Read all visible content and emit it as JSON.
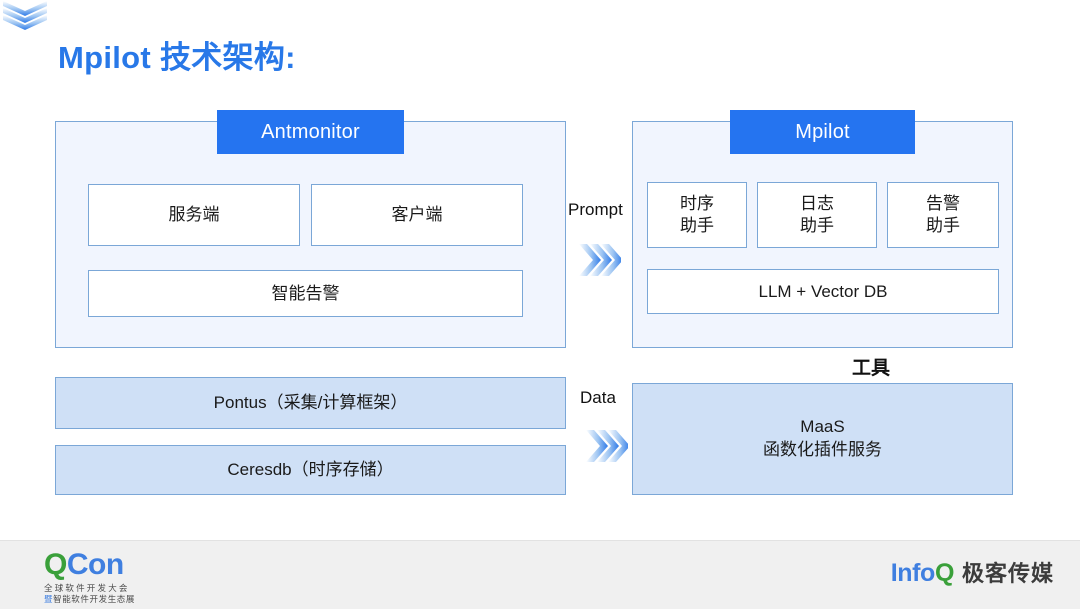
{
  "slide": {
    "title": "Mpilot 技术架构:",
    "title_color": "#2878e8"
  },
  "left_panel": {
    "header_label": "Antmonitor",
    "header_color": "#2574f0",
    "cards": [
      {
        "name": "server",
        "label": "服务端"
      },
      {
        "name": "client",
        "label": "客户端"
      },
      {
        "name": "smart-alert",
        "label": "智能告警"
      }
    ]
  },
  "right_panel": {
    "header_label": "Mpilot",
    "header_color": "#2574f0",
    "assistants": [
      {
        "name": "timeseries-assistant",
        "line1": "时序",
        "line2": "助手"
      },
      {
        "name": "log-assistant",
        "line1": "日志",
        "line2": "助手"
      },
      {
        "name": "alarm-assistant",
        "line1": "告警",
        "line2": "助手"
      }
    ],
    "llm_label": "LLM + Vector DB"
  },
  "foundation": {
    "pontus_label": "Pontus（采集/计算框架）",
    "ceresdb_label": "Ceresdb（时序存储）",
    "fill_color": "#cfe0f6"
  },
  "maas": {
    "line1": "MaaS",
    "line2": "函数化插件服务"
  },
  "connectors": {
    "prompt_label": "Prompt",
    "data_label": "Data",
    "tool_label": "工具"
  },
  "footer": {
    "qcon": {
      "word_q": "Q",
      "word_con": "Con",
      "sub1": "全球软件开发大会",
      "sub_mark": "暨",
      "sub2": "智能软件开发生态展"
    },
    "infoq": {
      "word_info": "Info",
      "word_q": "Q",
      "cn": "极客传媒"
    }
  }
}
